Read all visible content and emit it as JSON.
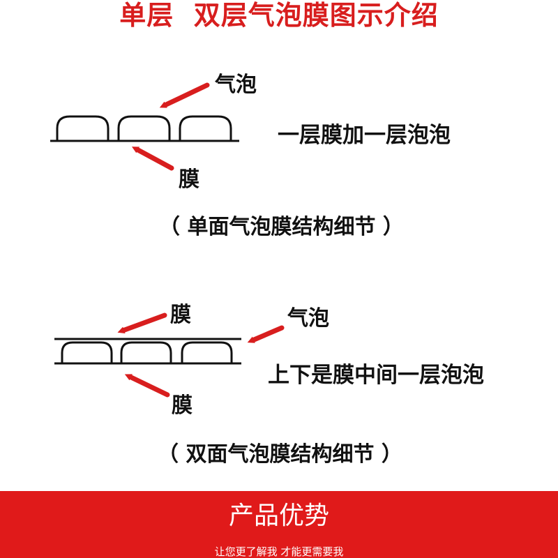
{
  "title": "单层  双层气泡膜图示介绍",
  "single": {
    "bubble_label": "气泡",
    "film_label": "膜",
    "description": "一层膜加一层泡泡",
    "caption": "（ 单面气泡膜结构细节 ）"
  },
  "double": {
    "film_top_label": "膜",
    "bubble_label": "气泡",
    "film_bottom_label": "膜",
    "description": "上下是膜中间一层泡泡",
    "caption": "（ 双面气泡膜结构细节 ）"
  },
  "footer": {
    "title": "产品优势",
    "subtitle": "让您更了解我 才能更需要我"
  },
  "colors": {
    "accent": "#d81e1e",
    "footer_bg": "#e01a1a",
    "line": "#111111"
  }
}
